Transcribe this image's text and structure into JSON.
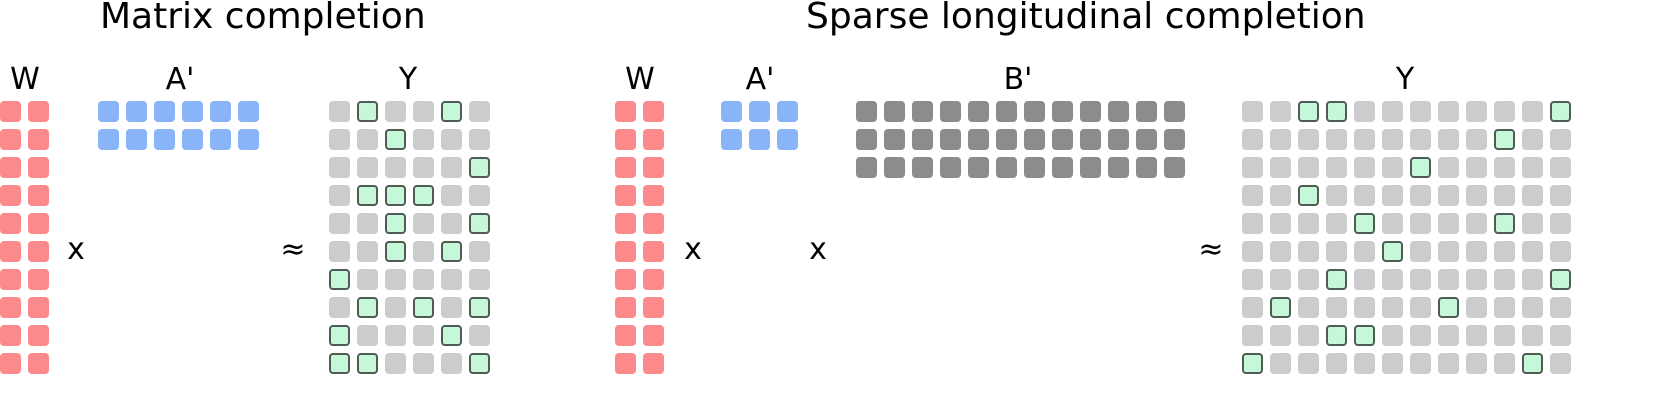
{
  "colors": {
    "W": "#fc8a8a",
    "A": "#89b4f8",
    "B": "#8c8c8c",
    "Y": "#cccccc",
    "observed_fill": "#c6f7d8",
    "observed_border": "#4f5c55"
  },
  "panels": [
    {
      "title": "Matrix completion",
      "labels": {
        "W": "W",
        "A": "A'",
        "Y": "Y"
      },
      "operators": {
        "times": "x",
        "approx": "≈"
      },
      "W": {
        "rows": 10,
        "cols": 2
      },
      "A": {
        "rows": 2,
        "cols": 6
      },
      "Y": {
        "rows": 10,
        "cols": 6,
        "observed": [
          [
            0,
            1
          ],
          [
            0,
            4
          ],
          [
            1,
            2
          ],
          [
            2,
            5
          ],
          [
            3,
            1
          ],
          [
            3,
            2
          ],
          [
            3,
            3
          ],
          [
            4,
            2
          ],
          [
            4,
            5
          ],
          [
            5,
            2
          ],
          [
            5,
            4
          ],
          [
            6,
            0
          ],
          [
            7,
            1
          ],
          [
            7,
            3
          ],
          [
            7,
            5
          ],
          [
            8,
            0
          ],
          [
            8,
            4
          ],
          [
            9,
            0
          ],
          [
            9,
            1
          ],
          [
            9,
            5
          ]
        ]
      }
    },
    {
      "title": "Sparse longitudinal completion",
      "labels": {
        "W": "W",
        "A": "A'",
        "B": "B'",
        "Y": "Y"
      },
      "operators": {
        "times1": "x",
        "times2": "x",
        "approx": "≈"
      },
      "W": {
        "rows": 10,
        "cols": 2
      },
      "A": {
        "rows": 2,
        "cols": 3
      },
      "B": {
        "rows": 3,
        "cols": 12
      },
      "Y": {
        "rows": 10,
        "cols": 12,
        "observed": [
          [
            0,
            2
          ],
          [
            0,
            3
          ],
          [
            0,
            11
          ],
          [
            1,
            9
          ],
          [
            2,
            6
          ],
          [
            3,
            2
          ],
          [
            4,
            4
          ],
          [
            4,
            9
          ],
          [
            5,
            5
          ],
          [
            6,
            3
          ],
          [
            6,
            11
          ],
          [
            7,
            1
          ],
          [
            7,
            7
          ],
          [
            8,
            3
          ],
          [
            8,
            4
          ],
          [
            9,
            0
          ],
          [
            9,
            10
          ]
        ]
      }
    }
  ]
}
